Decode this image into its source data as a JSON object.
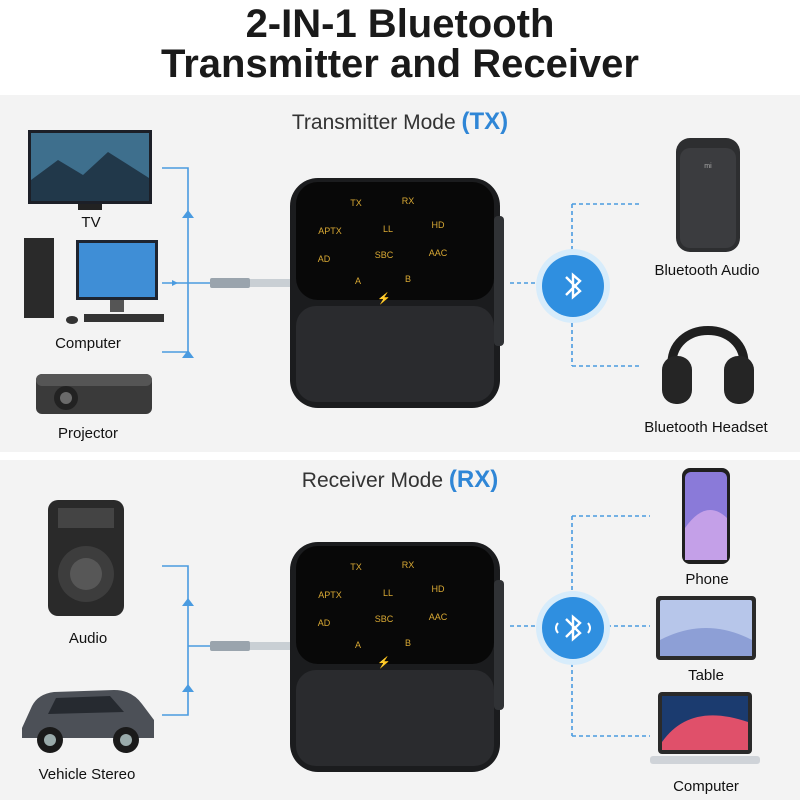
{
  "title": {
    "line1": "2-IN-1 Bluetooth",
    "line2": "Transmitter and Receiver"
  },
  "tx": {
    "mode_prefix": "Transmitter Mode",
    "mode_code": "(TX)",
    "left_devices": [
      "TV",
      "Computer",
      "Projector"
    ],
    "right_devices": [
      "Bluetooth Audio",
      "Bluetooth Headset"
    ]
  },
  "rx": {
    "mode_prefix": "Receiver Mode",
    "mode_code": "(RX)",
    "left_devices": [
      "Audio",
      "Vehicle Stereo"
    ],
    "right_devices": [
      "Phone",
      "Table",
      "Computer"
    ]
  },
  "device_panel": {
    "labels": [
      "TX",
      "RX",
      "APTX",
      "LL",
      "HD",
      "AD",
      "SBC",
      "AAC",
      "A",
      "B"
    ],
    "bolt": "⚡"
  },
  "colors": {
    "accent": "#2f86d6",
    "line": "#4a9be0",
    "panel_bg": "#f3f3f3",
    "led": "#d9a934"
  }
}
